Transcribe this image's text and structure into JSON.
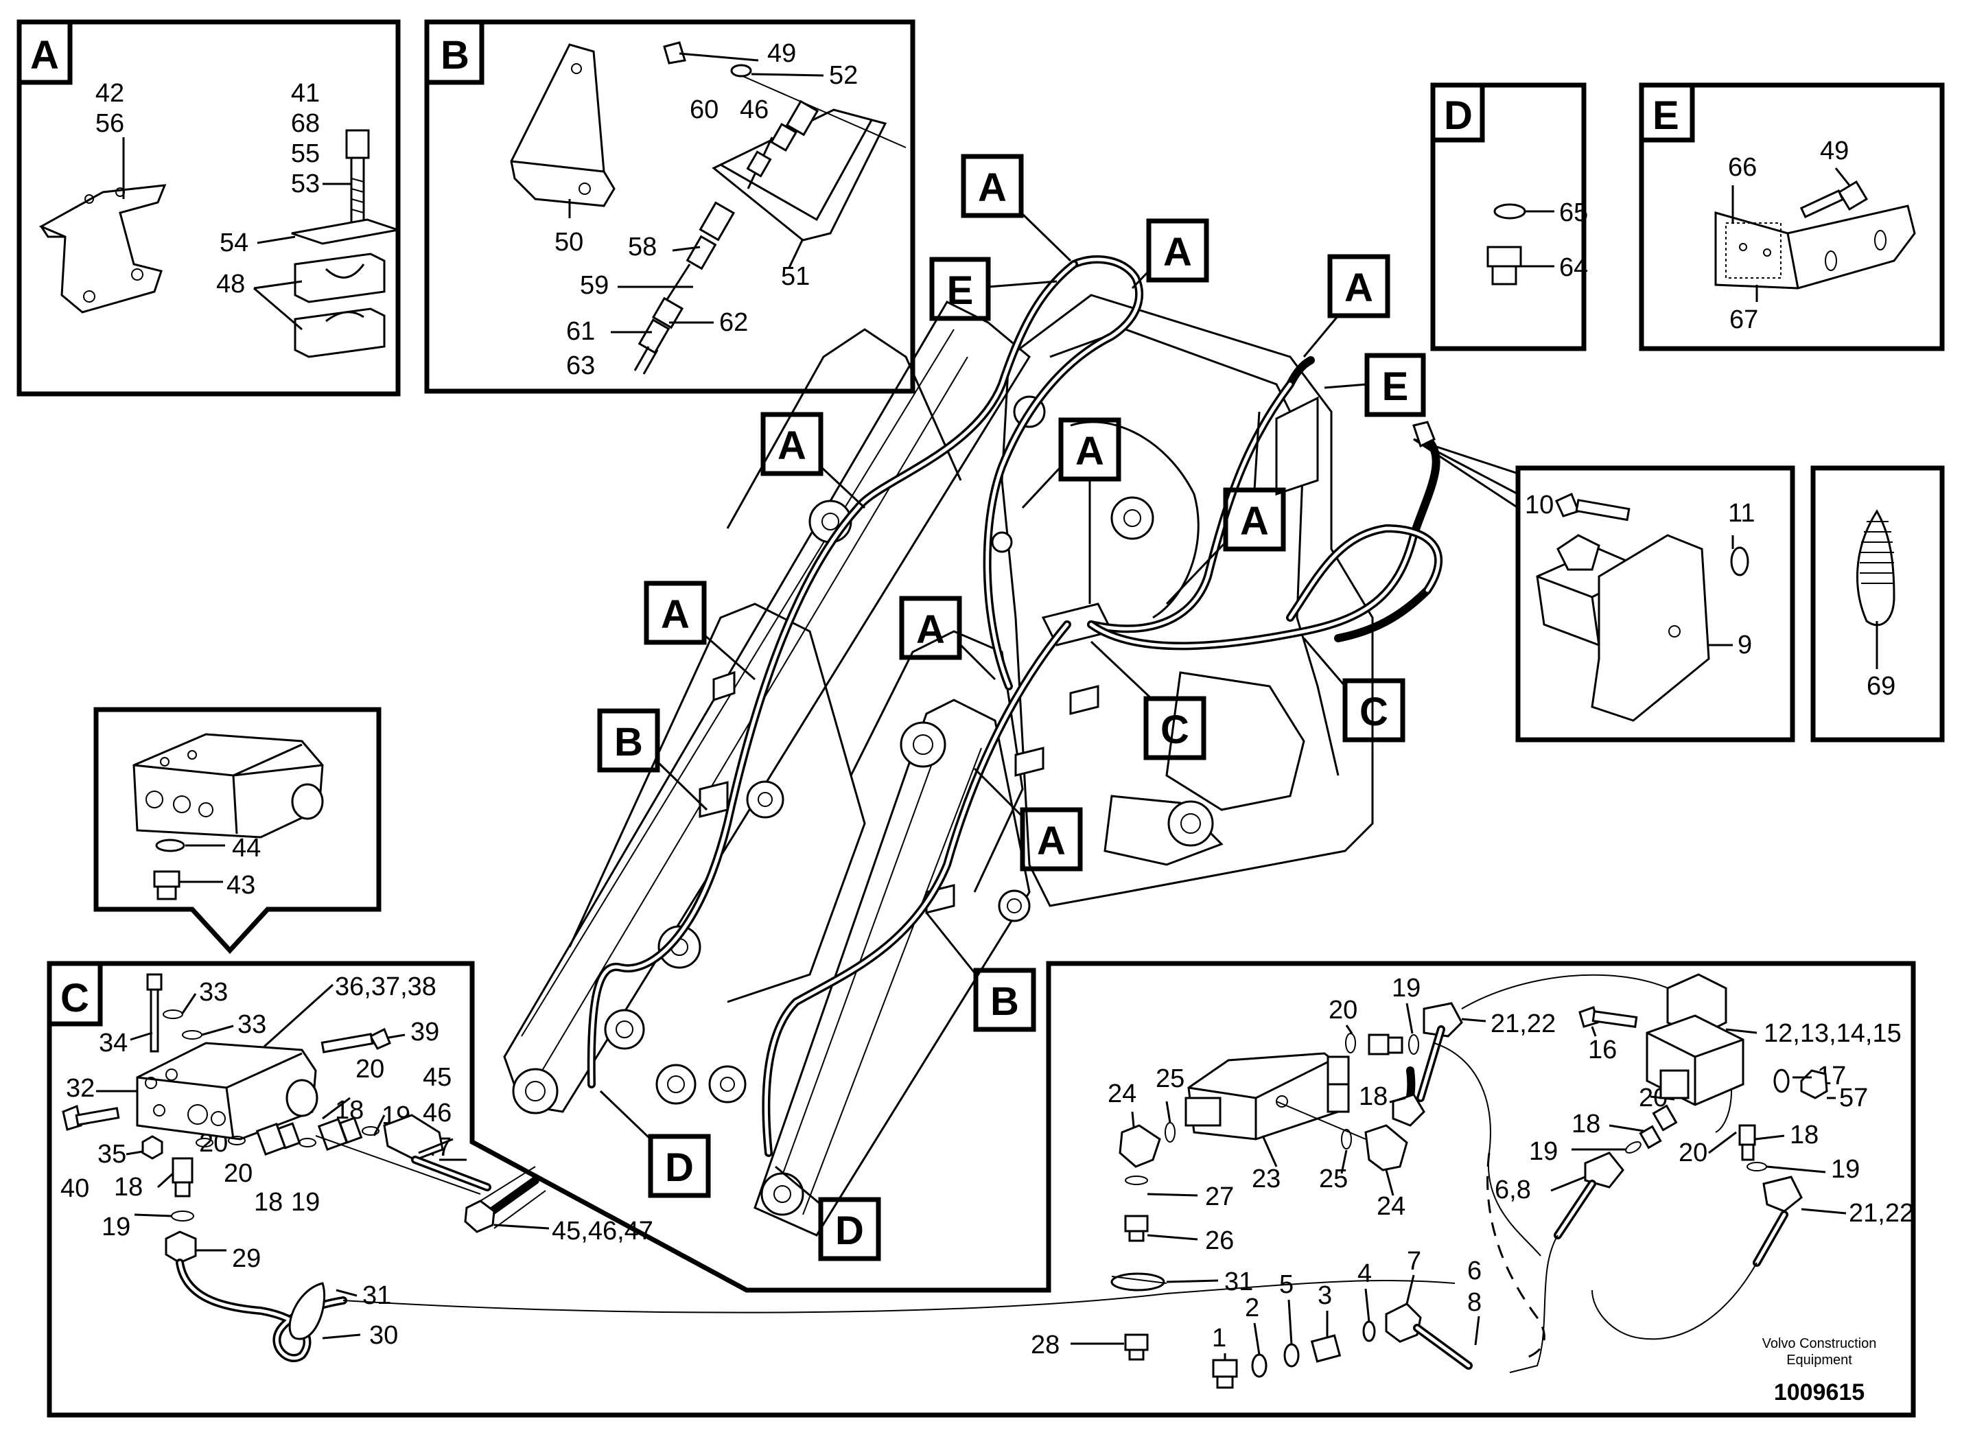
{
  "detail_panels": [
    {
      "key": "A",
      "letter": "A",
      "labels": {
        "n42_56": "42\n56",
        "n41_68_55_53": "41\n68\n55\n53",
        "n54": "54",
        "n48": "48"
      }
    },
    {
      "key": "B",
      "letter": "B",
      "labels": {
        "n49": "49",
        "n52": "52",
        "n60": "60",
        "n46": "46",
        "n50": "50",
        "n58": "58",
        "n51": "51",
        "n59": "59",
        "n61": "61",
        "n62": "62",
        "n63": "63"
      }
    },
    {
      "key": "D",
      "letter": "D",
      "labels": {
        "n65": "65",
        "n64": "64"
      }
    },
    {
      "key": "E",
      "letter": "E",
      "labels": {
        "n66": "66",
        "n49": "49",
        "n67": "67"
      }
    }
  ],
  "solenoid_panel": {
    "labels": {
      "n10": "10",
      "n11": "11",
      "n9": "9"
    }
  },
  "strap_panel": {
    "labels": {
      "n69": "69"
    }
  },
  "block_inset": {
    "labels": {
      "n44": "44",
      "n43": "43"
    }
  },
  "panel_c": {
    "letter": "C",
    "labels": {
      "n34": "34",
      "n33a": "33",
      "n33b": "33",
      "n36_37_38": "36,37,38",
      "n39": "39",
      "n32": "32",
      "n20a": "20",
      "n45": "45",
      "n46": "46",
      "n47": "47",
      "n18a": "18",
      "n19a": "19",
      "n35": "35",
      "n20b": "20",
      "n20c": "20",
      "n18b": "18",
      "n19b": "19",
      "n40": "40",
      "n18c": "18",
      "n19c": "19",
      "n45_46_47": "45,46,47",
      "n29": "29",
      "n31": "31",
      "n30": "30"
    }
  },
  "lower_right": {
    "labels": {
      "n19a": "19",
      "n20a": "20",
      "n21_22a": "21,22",
      "n16": "16",
      "n12_15": "12,13,14,15",
      "n25a": "25",
      "n24a": "24",
      "n18a": "18",
      "n17": "17",
      "n20b": "20",
      "n57": "57",
      "n18b": "18",
      "n19b": "19",
      "n18c": "18",
      "n20c": "20",
      "n19c": "19",
      "n23": "23",
      "n25b": "25",
      "n27": "27",
      "n24b": "24",
      "n6_8a": "6,8",
      "n21_22b": "21,22",
      "n26": "26",
      "n31": "31",
      "n7": "7",
      "n4": "4",
      "n5": "5",
      "n3": "3",
      "n2": "2",
      "n6": "6",
      "n8": "8",
      "n28": "28",
      "n1": "1"
    },
    "credit_line1": "Volvo Construction",
    "credit_line2": "Equipment",
    "doc_number": "1009615"
  },
  "callouts": {
    "A_top": "A",
    "E_left": "E",
    "A_top2": "A",
    "A_right": "A",
    "E_right": "E",
    "A_arm": "A",
    "A_mid": "A",
    "A_mid2": "A",
    "A_left": "A",
    "A_center": "A",
    "C_center": "C",
    "C_right": "C",
    "A_lower": "A",
    "B_left": "B",
    "B_lower": "B",
    "D_left": "D",
    "D_lower": "D"
  }
}
